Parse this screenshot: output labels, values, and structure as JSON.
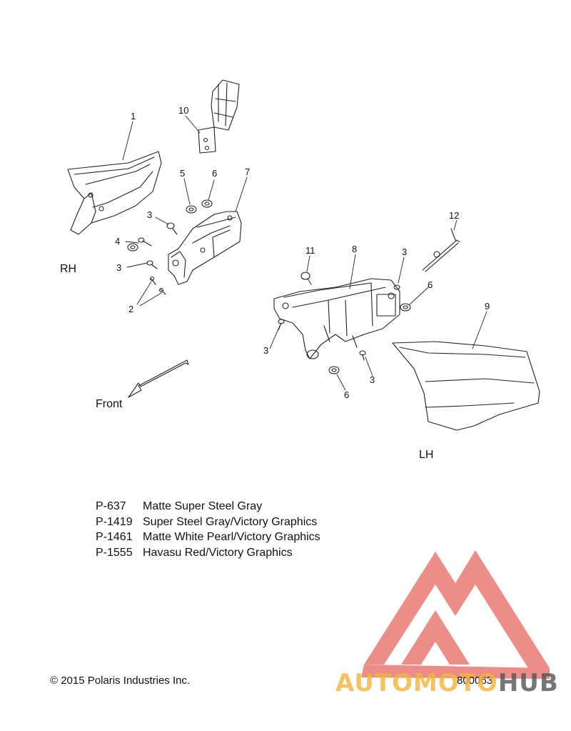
{
  "callouts": {
    "c1": "1",
    "c2": "2",
    "c3a": "3",
    "c3b": "3",
    "c3c": "3",
    "c3d": "3",
    "c3e": "3",
    "c4": "4",
    "c5": "5",
    "c6a": "6",
    "c6b": "6",
    "c6c": "6",
    "c7": "7",
    "c8": "8",
    "c9": "9",
    "c10": "10",
    "c11": "11",
    "c12": "12"
  },
  "sides": {
    "rh": "RH",
    "lh": "LH"
  },
  "front_label": "Front",
  "legend": [
    {
      "code": "P-637",
      "description": "Matte Super Steel Gray"
    },
    {
      "code": "P-1419",
      "description": "Super Steel Gray/Victory Graphics"
    },
    {
      "code": "P-1461",
      "description": "Matte White Pearl/Victory Graphics"
    },
    {
      "code": "P-1555",
      "description": "Havasu Red/Victory Graphics"
    }
  ],
  "copyright": "© 2015 Polaris Industries Inc.",
  "diagram_number": "800063",
  "watermark": {
    "text_part1": "AUTOMOTO",
    "text_part2": "HUB",
    "colors": {
      "triangle": "#e8736a",
      "text1": "#f5b43a",
      "text2": "#555555"
    }
  }
}
